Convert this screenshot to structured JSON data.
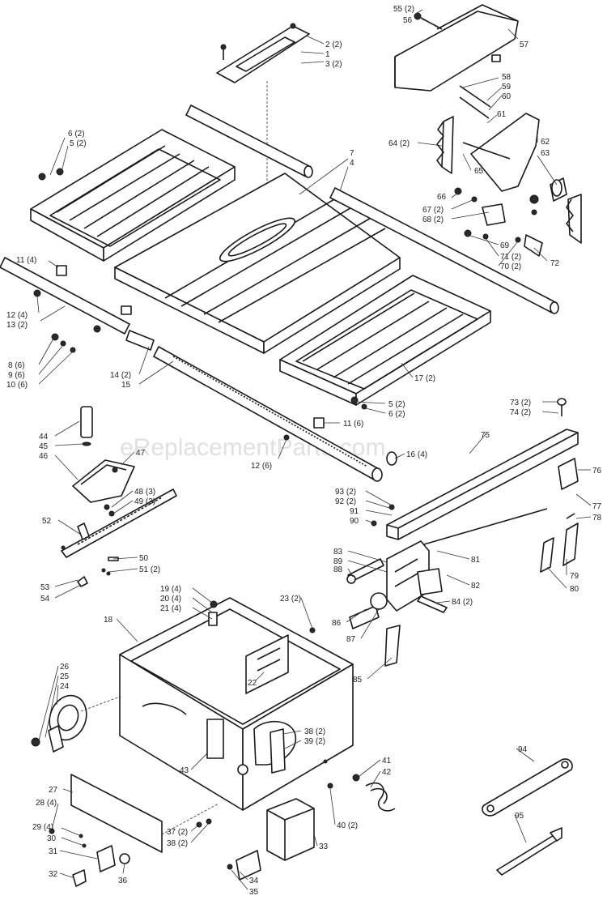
{
  "watermark": "eReplacementParts.com",
  "callouts": [
    {
      "id": "c55",
      "text": "55 (2)"
    },
    {
      "id": "c56",
      "text": "56"
    },
    {
      "id": "c57",
      "text": "57"
    },
    {
      "id": "c2",
      "text": "2 (2)"
    },
    {
      "id": "c1",
      "text": "1"
    },
    {
      "id": "c3",
      "text": "3 (2)"
    },
    {
      "id": "c58",
      "text": "58"
    },
    {
      "id": "c59",
      "text": "59"
    },
    {
      "id": "c60",
      "text": "60"
    },
    {
      "id": "c61",
      "text": "61"
    },
    {
      "id": "c62",
      "text": "62"
    },
    {
      "id": "c63",
      "text": "63"
    },
    {
      "id": "c64",
      "text": "64 (2)"
    },
    {
      "id": "c65",
      "text": "65"
    },
    {
      "id": "c6a",
      "text": "6 (2)"
    },
    {
      "id": "c5a",
      "text": "5 (2)"
    },
    {
      "id": "c7",
      "text": "7"
    },
    {
      "id": "c4",
      "text": "4"
    },
    {
      "id": "c66",
      "text": "66"
    },
    {
      "id": "c67",
      "text": "67 (2)"
    },
    {
      "id": "c68",
      "text": "68 (2)"
    },
    {
      "id": "c69",
      "text": "69"
    },
    {
      "id": "c71",
      "text": "71 (2)"
    },
    {
      "id": "c70",
      "text": "70 (2)"
    },
    {
      "id": "c72",
      "text": "72"
    },
    {
      "id": "c11a",
      "text": "11 (4)"
    },
    {
      "id": "c12a",
      "text": "12 (4)"
    },
    {
      "id": "c13",
      "text": "13 (2)"
    },
    {
      "id": "c8",
      "text": "8 (6)"
    },
    {
      "id": "c9",
      "text": "9 (6)"
    },
    {
      "id": "c10",
      "text": "10 (6)"
    },
    {
      "id": "c14",
      "text": "14 (2)"
    },
    {
      "id": "c15",
      "text": "15"
    },
    {
      "id": "c17",
      "text": "17 (2)"
    },
    {
      "id": "c5b",
      "text": "5 (2)"
    },
    {
      "id": "c6b",
      "text": "6 (2)"
    },
    {
      "id": "c44",
      "text": "44"
    },
    {
      "id": "c45",
      "text": "45"
    },
    {
      "id": "c46",
      "text": "46"
    },
    {
      "id": "c47",
      "text": "47"
    },
    {
      "id": "c11b",
      "text": "11 (6)"
    },
    {
      "id": "c12b",
      "text": "12 (6)"
    },
    {
      "id": "c16",
      "text": "16 (4)"
    },
    {
      "id": "c73",
      "text": "73 (2)"
    },
    {
      "id": "c74",
      "text": "74 (2)"
    },
    {
      "id": "c75",
      "text": "75"
    },
    {
      "id": "c76",
      "text": "76"
    },
    {
      "id": "c77",
      "text": "77"
    },
    {
      "id": "c78",
      "text": "78"
    },
    {
      "id": "c48",
      "text": "48 (3)"
    },
    {
      "id": "c49",
      "text": "49 (3)"
    },
    {
      "id": "c93",
      "text": "93 (2)"
    },
    {
      "id": "c92",
      "text": "92 (2)"
    },
    {
      "id": "c91",
      "text": "91"
    },
    {
      "id": "c90",
      "text": "90"
    },
    {
      "id": "c52",
      "text": "52"
    },
    {
      "id": "c83",
      "text": "83"
    },
    {
      "id": "c89",
      "text": "89"
    },
    {
      "id": "c88",
      "text": "88"
    },
    {
      "id": "c81",
      "text": "81"
    },
    {
      "id": "c82",
      "text": "82"
    },
    {
      "id": "c84",
      "text": "84 (2)"
    },
    {
      "id": "c79",
      "text": "79"
    },
    {
      "id": "c80",
      "text": "80"
    },
    {
      "id": "c50",
      "text": "50"
    },
    {
      "id": "c51",
      "text": "51 (2)"
    },
    {
      "id": "c53",
      "text": "53"
    },
    {
      "id": "c54",
      "text": "54"
    },
    {
      "id": "c19",
      "text": "19 (4)"
    },
    {
      "id": "c20",
      "text": "20 (4)"
    },
    {
      "id": "c21",
      "text": "21 (4)"
    },
    {
      "id": "c23",
      "text": "23 (2)"
    },
    {
      "id": "c18",
      "text": "18"
    },
    {
      "id": "c86",
      "text": "86"
    },
    {
      "id": "c87",
      "text": "87"
    },
    {
      "id": "c22",
      "text": "22"
    },
    {
      "id": "c85",
      "text": "85"
    },
    {
      "id": "c26",
      "text": "26"
    },
    {
      "id": "c25",
      "text": "25"
    },
    {
      "id": "c24",
      "text": "24"
    },
    {
      "id": "c38a",
      "text": "38 (2)"
    },
    {
      "id": "c39",
      "text": "39 (2)"
    },
    {
      "id": "c43",
      "text": "43"
    },
    {
      "id": "c41",
      "text": "41"
    },
    {
      "id": "c42",
      "text": "42"
    },
    {
      "id": "c94",
      "text": "94"
    },
    {
      "id": "c27",
      "text": "27"
    },
    {
      "id": "c28",
      "text": "28 (4)"
    },
    {
      "id": "c40",
      "text": "40 (2)"
    },
    {
      "id": "c29",
      "text": "29 (4)"
    },
    {
      "id": "c30",
      "text": "30"
    },
    {
      "id": "c37",
      "text": "37 (2)"
    },
    {
      "id": "c38b",
      "text": "38 (2)"
    },
    {
      "id": "c33",
      "text": "33"
    },
    {
      "id": "c95",
      "text": "95"
    },
    {
      "id": "c31",
      "text": "31"
    },
    {
      "id": "c32",
      "text": "32"
    },
    {
      "id": "c36",
      "text": "36"
    },
    {
      "id": "c34",
      "text": "34"
    },
    {
      "id": "c35",
      "text": "35"
    }
  ]
}
